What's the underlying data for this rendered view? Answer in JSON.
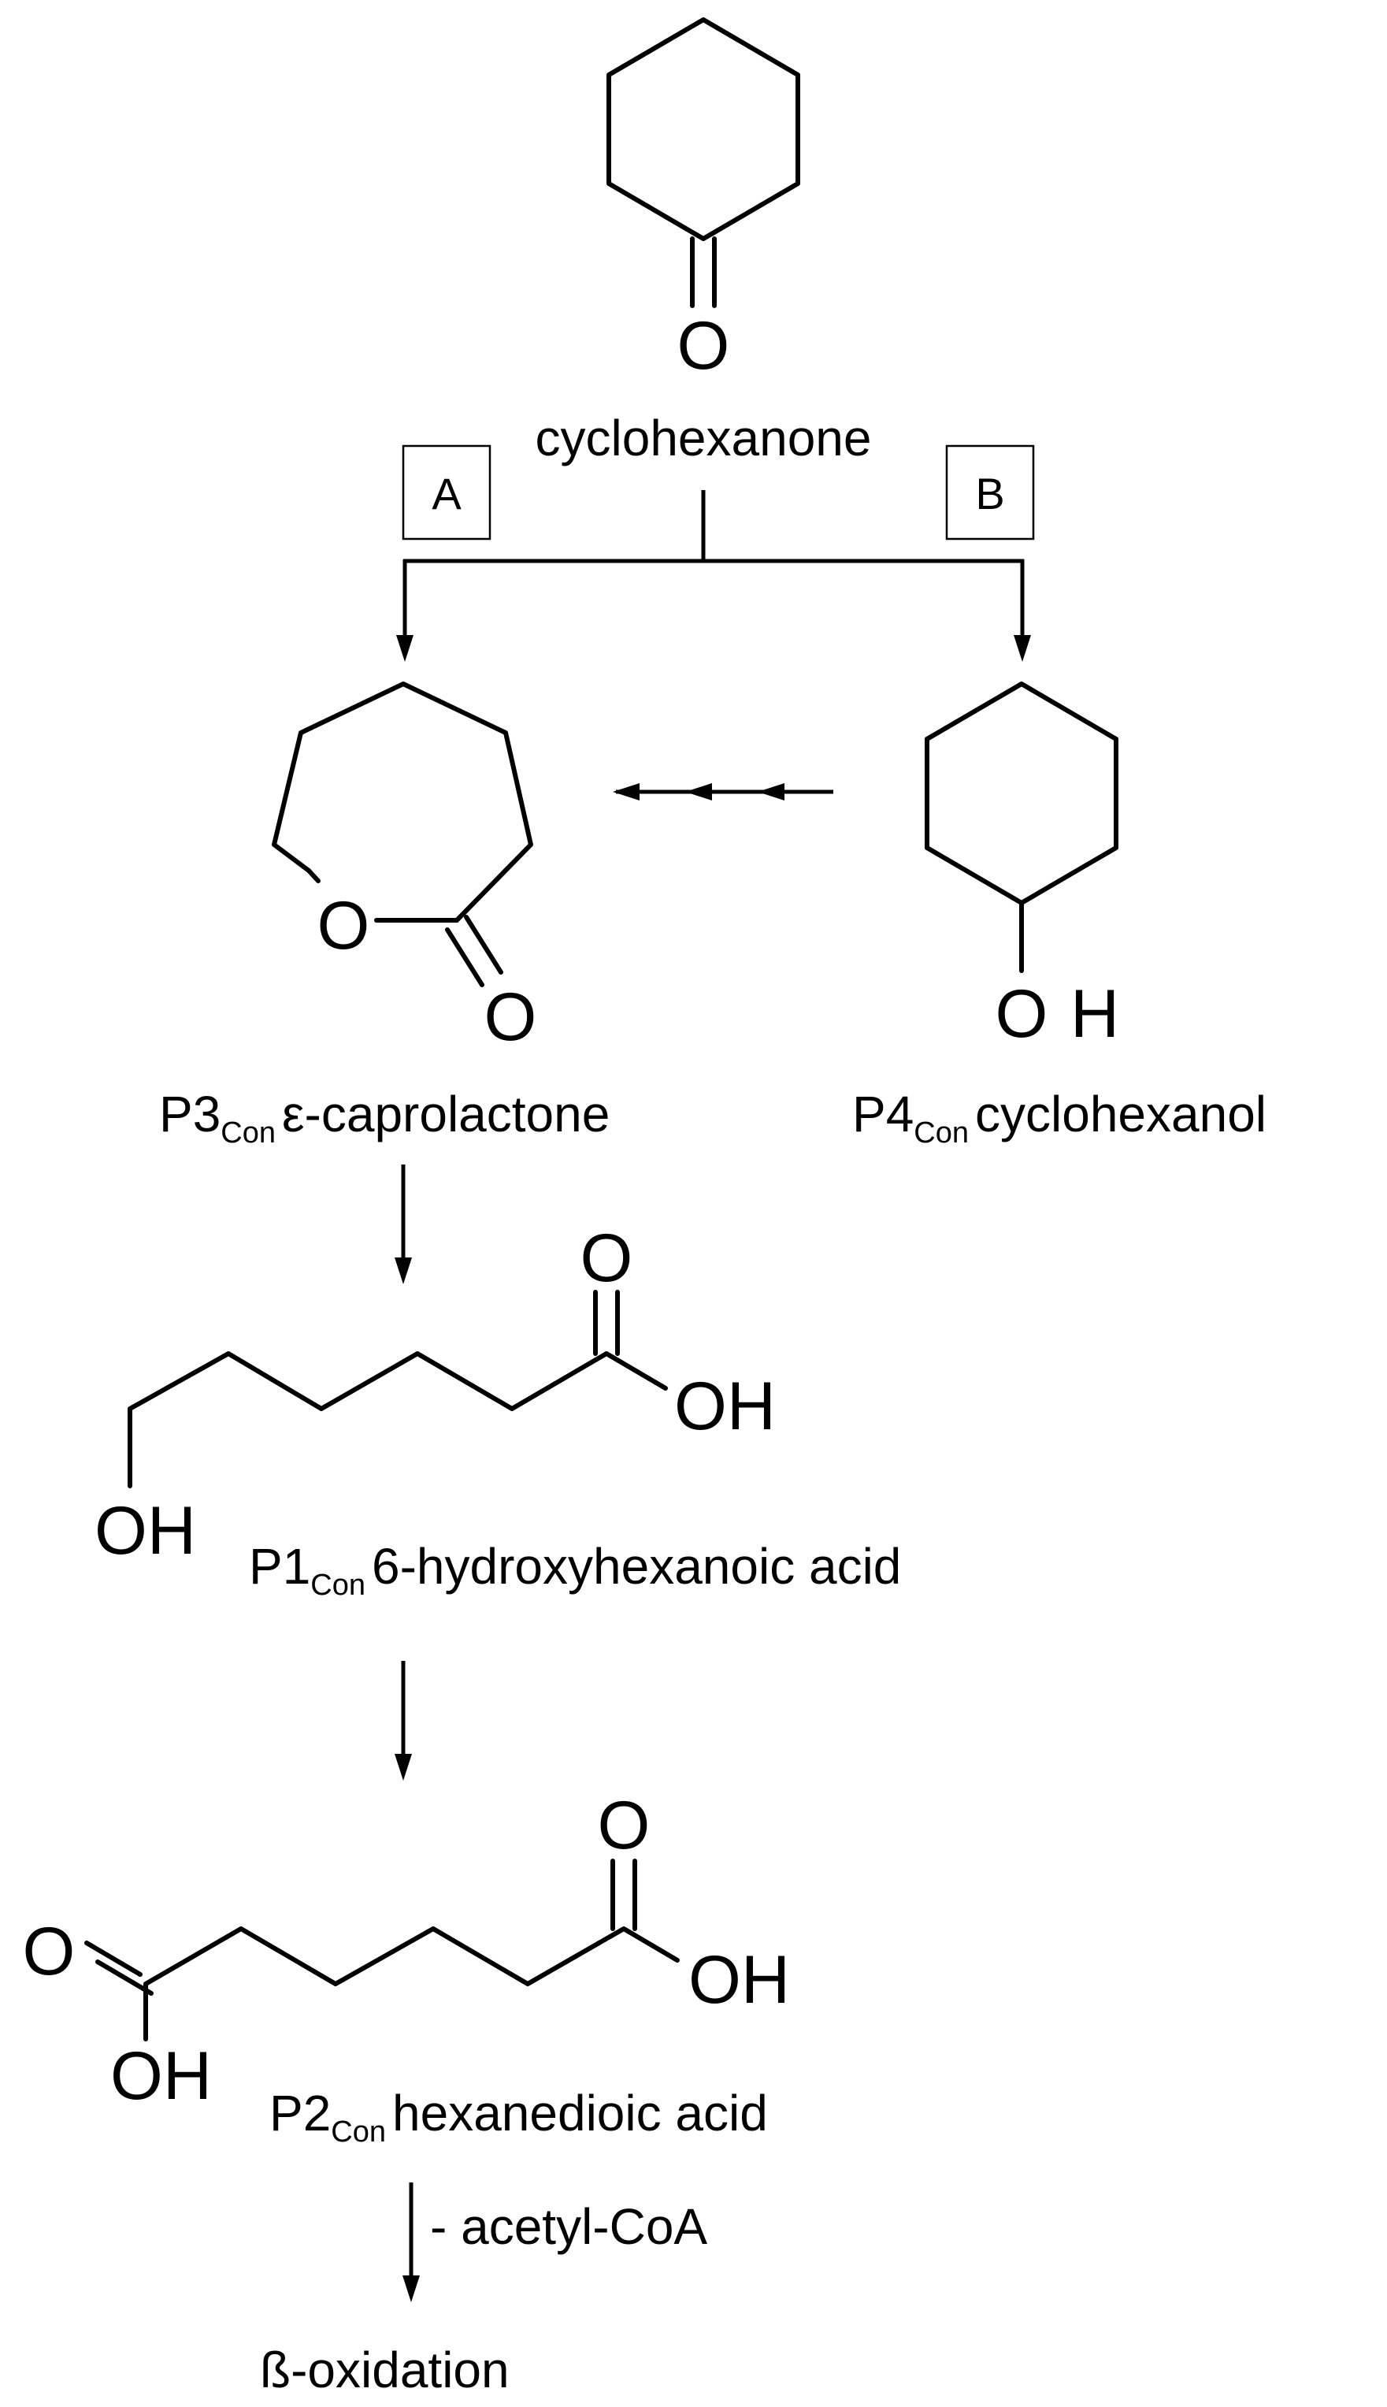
{
  "compounds": {
    "cyclohexanone": {
      "name": "cyclohexanone",
      "atom_o": "O"
    },
    "p3": {
      "code": "P3",
      "sub": "Con",
      "name": "ε-caprolactone",
      "atom_ring_o": "O",
      "atom_o": "O"
    },
    "p4": {
      "code": "P4",
      "sub": "Con",
      "name": "cyclohexanol",
      "atom_oh_o": "O",
      "atom_oh_h": "H"
    },
    "p1": {
      "code": "P1",
      "sub": "Con",
      "name": "6-hydroxyhexanoic acid",
      "atom_o": "O",
      "atom_oh": "OH",
      "atom_ho": "OH"
    },
    "p2": {
      "code": "P2",
      "sub": "Con",
      "name": "hexanedioic acid",
      "atom_o_left": "O",
      "atom_o_right": "O",
      "atom_oh_left": "OH",
      "atom_oh_right": "OH"
    }
  },
  "pathways": {
    "a": "A",
    "b": "B"
  },
  "steps": {
    "acetyl": "- acetyl-CoA",
    "final": "ß-oxidation"
  }
}
